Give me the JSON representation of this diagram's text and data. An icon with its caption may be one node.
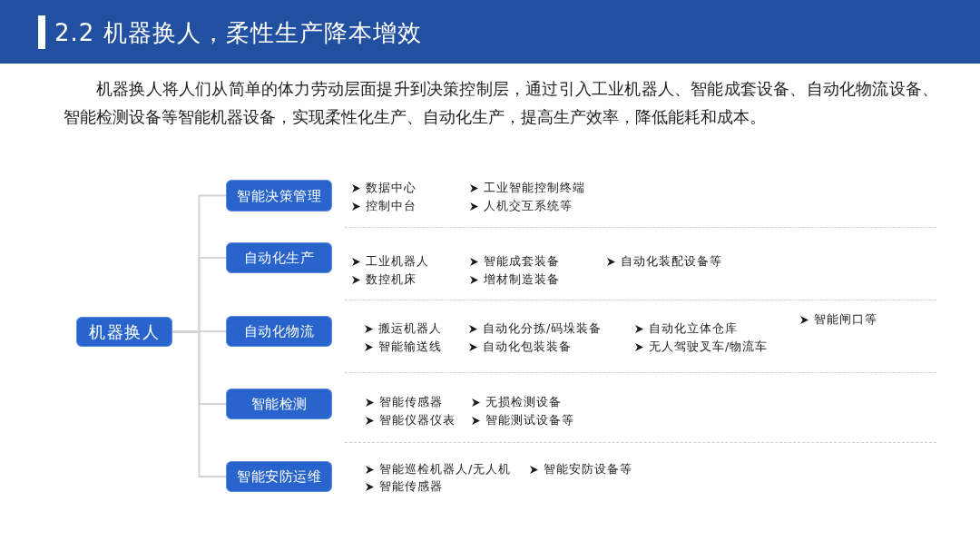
{
  "diagram": {
    "title": "2.2 机器换人，柔性生产降本增效",
    "nodes": [
      {
        "text": [
          "机器换人"
        ]
      },
      {
        "text": [
          "智能决策管理"
        ],
        "beside": [
          "数据中心",
          "工业智能控制终端",
          "控制中台",
          "人机交互系统等"
        ]
      },
      {
        "text": [
          "自动化生产"
        ],
        "beside": [
          "工业机器人",
          "智能成套装备",
          "数控机床",
          "增材制造装备"
        ]
      },
      {
        "text": [
          "自动化物流"
        ],
        "beside": [
          "搬运机器人",
          "自动化分拣/码垛装备",
          "自动化立体仓库",
          "智能输送线",
          "自动化包装装备",
          "无人驾驶叉车/物流车"
        ]
      },
      {
        "text": [
          "智能检测"
        ],
        "beside": [
          "智能传感器",
          "无损检测设备",
          "智能仪器仪表",
          "智能测试设备等"
        ]
      },
      {
        "text": [
          "智能安防运维"
        ],
        "beside": [
          "智能巡检机器人/无人机",
          "智能安防设备等",
          "智能传感器"
        ]
      }
    ],
    "edges": [
      {
        "from": 0,
        "to": 1,
        "arrow": "none"
      },
      {
        "from": 0,
        "to": 2,
        "arrow": "none"
      },
      {
        "from": 0,
        "to": 3,
        "arrow": "none"
      },
      {
        "from": 0,
        "to": 4,
        "arrow": "none"
      },
      {
        "from": 0,
        "to": 5,
        "arrow": "none"
      }
    ],
    "labels": [
      "机器换人将人们从简单的体力劳动层面提升到决策控制层，通过引入工业机器人、智能成套设备、自动化物流设备、智能检测设备等智能机器设备，实现柔性化生产、自动化生产，提高生产效率，降低能耗和成本。",
      "自动化装配设备等",
      "智能闸口等"
    ]
  }
}
